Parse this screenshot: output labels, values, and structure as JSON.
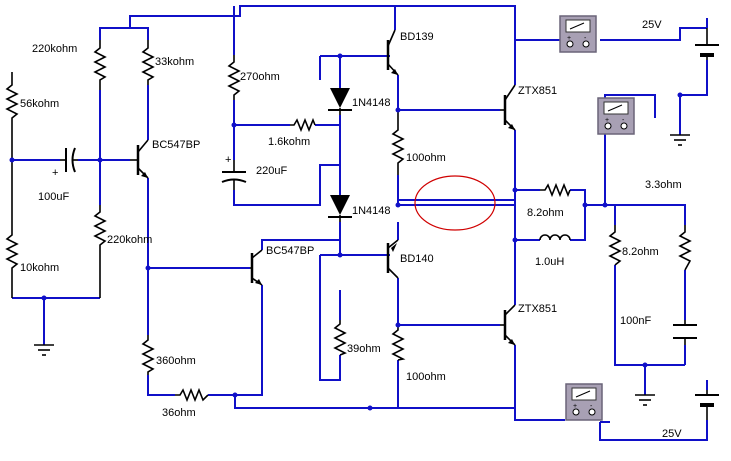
{
  "components": {
    "r1_label": "220kohm",
    "r2_label": "33kohm",
    "r3_label": "270ohm",
    "r4_label": "56kohm",
    "r5_label": "1.6kohm",
    "r6_label": "220kohm",
    "r7_label": "10kohm",
    "r8_label": "360ohm",
    "r9_label": "36ohm",
    "r10_label": "39ohm",
    "r11_label": "100ohm",
    "r12_label": "100ohm",
    "r13_label": "8.2ohm",
    "r14_label": "8.2ohm",
    "r15_label": "3.3ohm",
    "c1_label": "100uF",
    "c2_label": "220uF",
    "c3_label": "100nF",
    "l1_label": "1.0uH",
    "d1_label": "1N4148",
    "d2_label": "1N4148",
    "q1_label": "BC547BP",
    "q2_label": "BC547BP",
    "q3_label": "BD139",
    "q4_label": "BD140",
    "q5_label": "ZTX851",
    "q6_label": "ZTX851",
    "v1_label": "25V",
    "v2_label": "25V"
  },
  "colors": {
    "wire": "#1010c8",
    "highlight_ring": "#d00000",
    "meter_body": "#a8a0b4"
  }
}
